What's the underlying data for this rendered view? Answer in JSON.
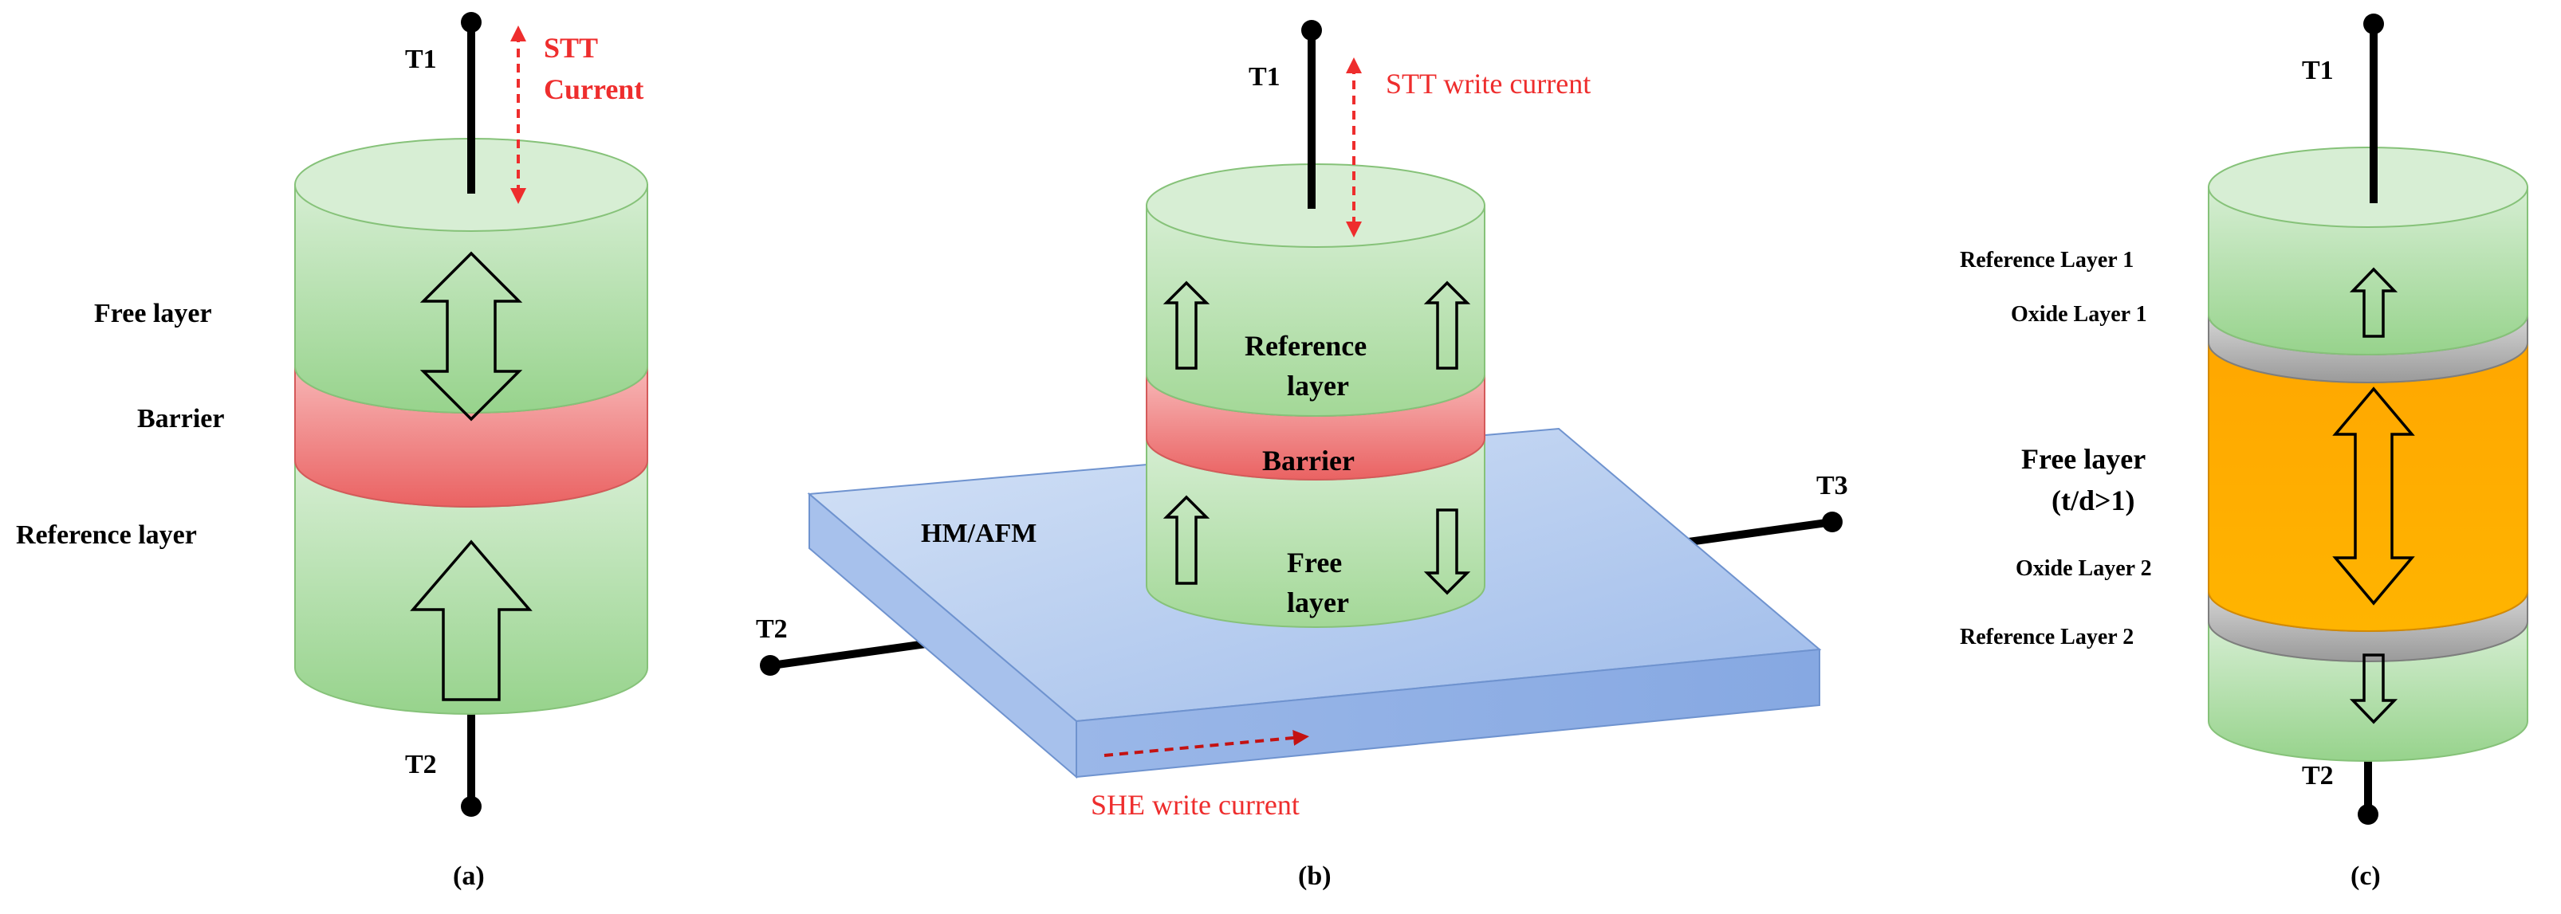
{
  "colors": {
    "green_light": "#d6eed3",
    "green_mid": "#a8da9e",
    "green_dark": "#8cce82",
    "pink_light": "#f7b6b6",
    "pink_dark": "#ec6b6b",
    "orange_light": "#ffc94a",
    "orange_dark": "#ffa100",
    "gray_light": "#e5e5e5",
    "gray_dark": "#9c9c9c",
    "blue_light": "#c9daf3",
    "blue_dark": "#8eb0e6",
    "current_red": "#ee2d2d",
    "wire": "#000000"
  },
  "panel_a": {
    "caption": "(a)",
    "t1": "T1",
    "t2": "T2",
    "current_line1": "STT",
    "current_line2": "Current",
    "free_layer": "Free layer",
    "barrier": "Barrier",
    "reference_layer": "Reference layer"
  },
  "panel_b": {
    "caption": "(b)",
    "t1": "T1",
    "t2": "T2",
    "t3": "T3",
    "stt_current": "STT write current",
    "she_current": "SHE write current",
    "substrate": "HM/AFM",
    "reference_line1": "Reference",
    "reference_line2": "layer",
    "barrier": "Barrier",
    "free_line1": "Free",
    "free_line2": "layer"
  },
  "panel_c": {
    "caption": "(c)",
    "t1": "T1",
    "t2": "T2",
    "reference_layer_1": "Reference Layer 1",
    "oxide_layer_1": "Oxide Layer 1",
    "free_line1": "Free layer",
    "free_line2": "(t/d>1)",
    "oxide_layer_2": "Oxide Layer 2",
    "reference_layer_2": "Reference Layer 2"
  }
}
